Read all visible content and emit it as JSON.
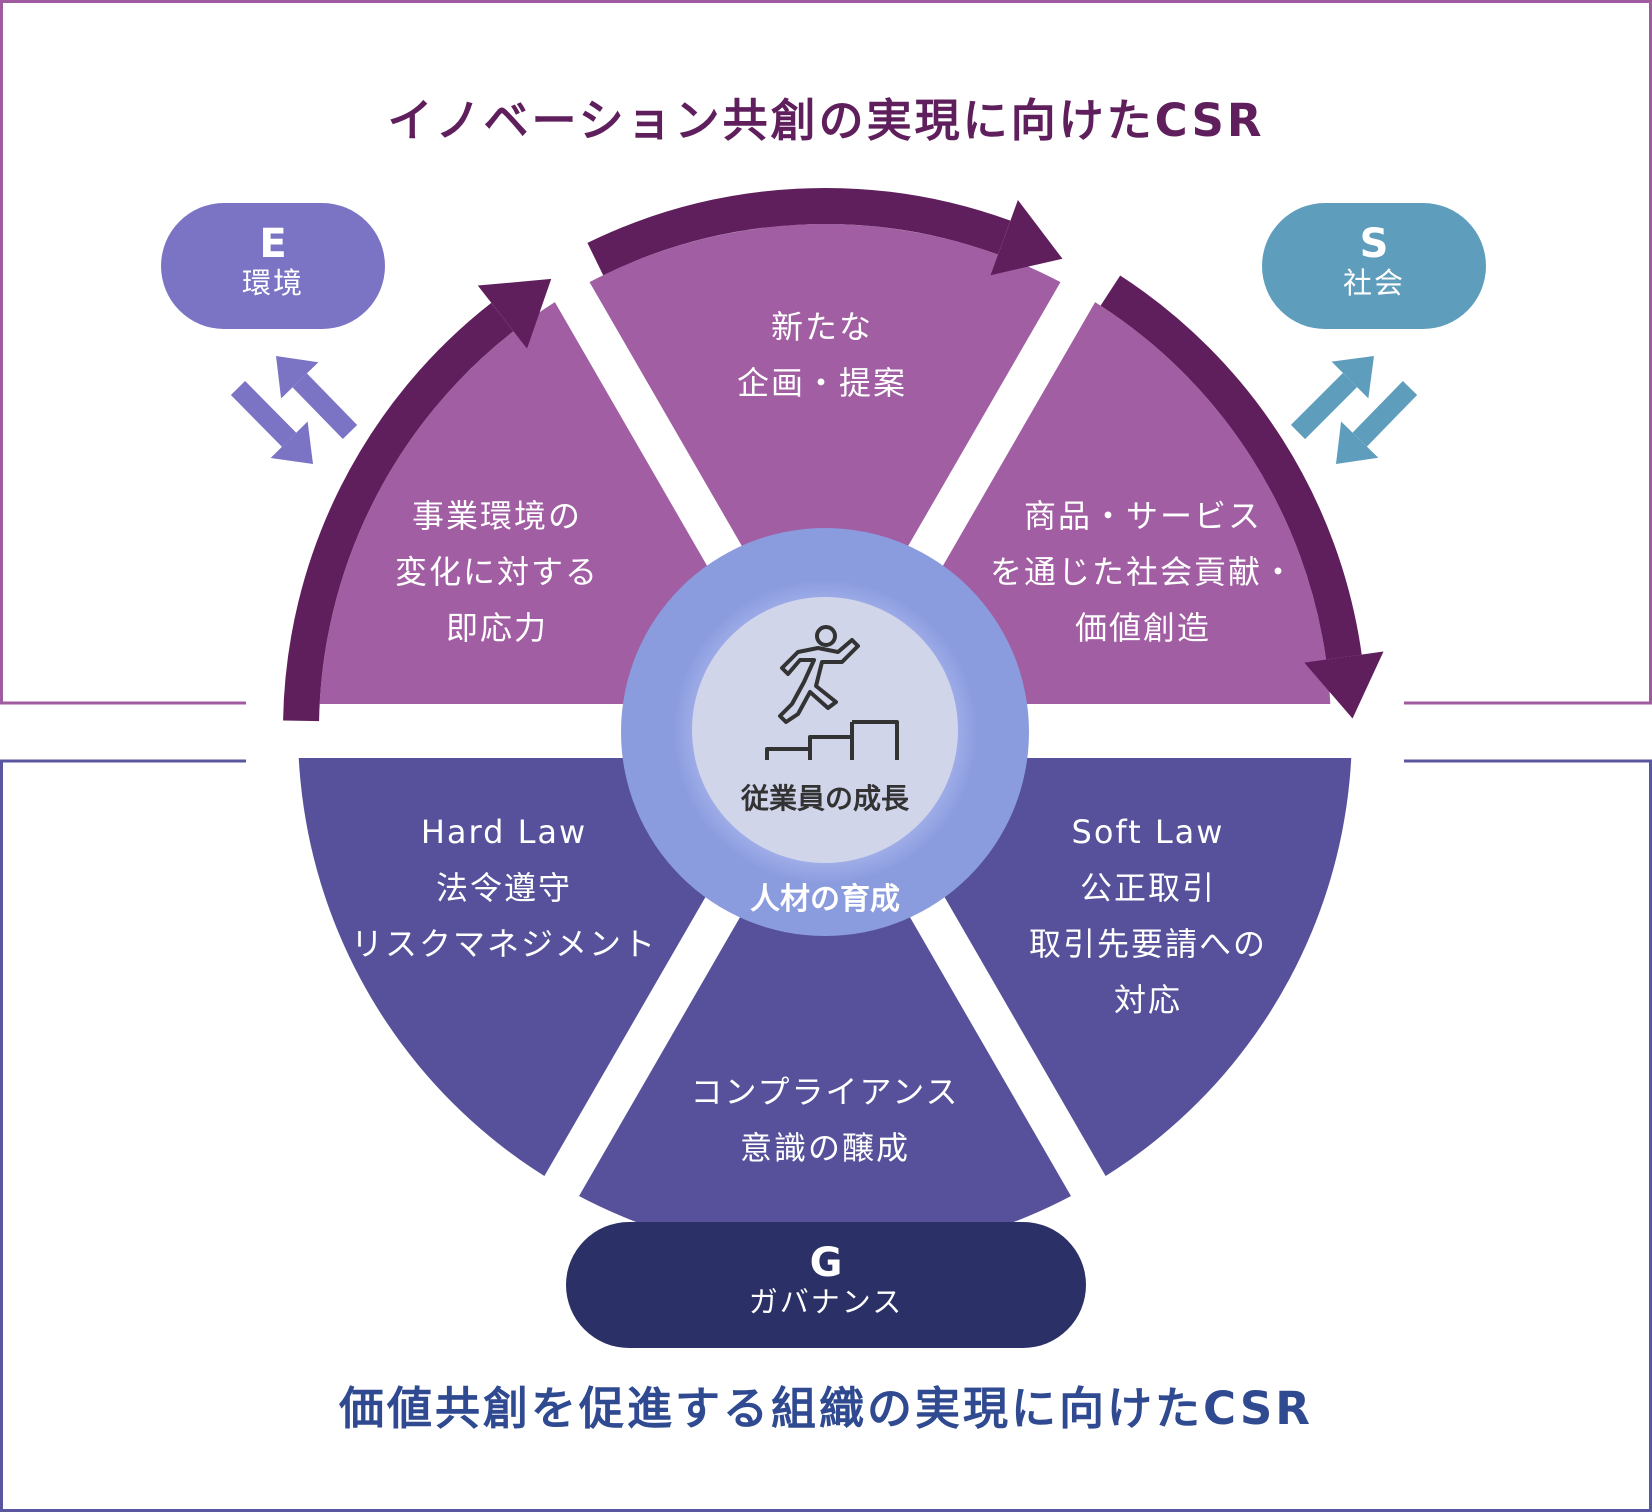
{
  "titles": {
    "top": "イノベーション共創の実現に向けたCSR",
    "bottom": "価値共創を促進する組織の実現に向けたCSR"
  },
  "pills": {
    "e": {
      "letter": "E",
      "label": "環境"
    },
    "s": {
      "letter": "S",
      "label": "社会"
    },
    "g": {
      "letter": "G",
      "label": "ガバナンス"
    }
  },
  "segments": {
    "upper_left": [
      "事業環境の",
      "変化に対する",
      "即応力"
    ],
    "upper_top": [
      "新たな",
      "企画・提案"
    ],
    "upper_right": [
      "商品・サービス",
      "を通じた社会貢献・",
      "価値創造"
    ],
    "lower_left": [
      "Hard Law",
      "法令遵守",
      "リスクマネジメント"
    ],
    "lower_bottom": [
      "コンプライアンス",
      "意識の醸成"
    ],
    "lower_right": [
      "Soft Law",
      "公正取引",
      "取引先要請への",
      "対応"
    ]
  },
  "center": {
    "inner_label": "従業員の成長",
    "outer_label": "人材の育成",
    "icon": "runner-climbing-stairs-icon"
  },
  "colors": {
    "frame_top": "#a05aa0",
    "frame_bottom": "#5a56a0",
    "title_top": "#5f1f5c",
    "title_bottom": "#2f4a90",
    "upper_wedge": "#a15ea3",
    "lower_wedge": "#56519a",
    "arrow_arc": "#5f1f5c",
    "e": "#7b74c4",
    "s": "#5f9dbd",
    "g": "#2b3066",
    "center_outer": "#8a9bde",
    "center_inner": "#d0d5ea"
  }
}
